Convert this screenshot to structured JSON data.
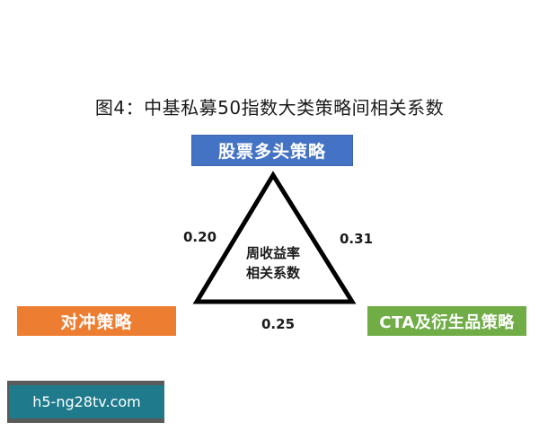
{
  "title": "图4：中基私募50指数大类策略间相关系数",
  "nodes": {
    "top": {
      "label": "股票多头策略",
      "color": "#4472c4"
    },
    "left": {
      "label": "对冲策略",
      "color": "#ed7d31"
    },
    "right": {
      "label": "CTA及衍生品策略",
      "color": "#70ad47"
    }
  },
  "center": {
    "line1": "周收益率",
    "line2": "相关系数"
  },
  "correlations": {
    "top_left": "0.20",
    "top_right": "0.31",
    "left_right": "0.25"
  },
  "watermark": "h5-ng28tv.com"
}
